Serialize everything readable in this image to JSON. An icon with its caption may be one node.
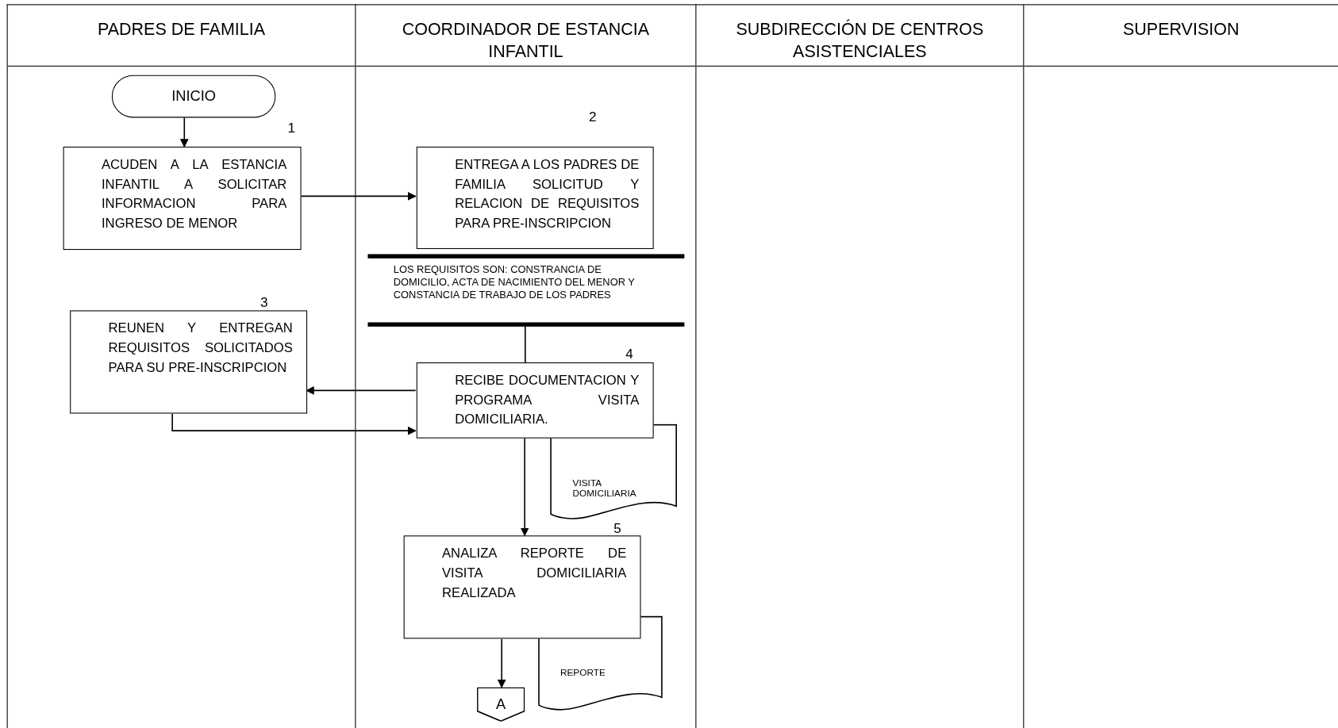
{
  "diagram": {
    "nodes": [
      {
        "text": [
          "PADRES DE FAMILIA"
        ]
      },
      {
        "text": [
          "COORDINADOR DE ESTANCIA INFANTIL"
        ]
      },
      {
        "text": [
          "SUBDIRECCIÓN DE CENTROS ASISTENCIALES"
        ]
      },
      {
        "text": [
          "SUPERVISION"
        ]
      },
      {
        "text": [
          "INICIO"
        ],
        "in": 0
      },
      {
        "text": [
          "ACUDEN A LA ESTANCIA INFANTIL A SOLICITAR INFORMACION PARA INGRESO DE MENOR"
        ],
        "beside": [
          "1"
        ],
        "in": 0
      },
      {
        "text": [
          "ENTREGA A LOS PADRES DE FAMILIA SOLICITUD Y RELACION DE REQUISITOS PARA PRE-INSCRIPCION"
        ],
        "beside": [
          "2"
        ],
        "in": 1
      },
      {
        "text": [
          "LOS REQUISITOS SON: CONSTRANCIA DE DOMICILIO, ACTA DE NACIMIENTO DEL MENOR Y CONSTANCIA DE TRABAJO DE LOS PADRES"
        ],
        "in": 1
      },
      {
        "text": [
          "REUNEN Y ENTREGAN REQUISITOS SOLICITADOS PARA SU PRE-INSCRIPCION"
        ],
        "beside": [
          "3"
        ],
        "in": 0
      },
      {
        "text": [
          "RECIBE DOCUMENTACION Y PROGRAMA VISITA DOMICILIARIA."
        ],
        "beside": [
          "4"
        ],
        "in": 1
      },
      {
        "text": [
          "VISITA DOMICILIARIA"
        ],
        "in": 1
      },
      {
        "text": [
          "ANALIZA REPORTE DE VISITA DOMICILIARIA REALIZADA"
        ],
        "beside": [
          "5"
        ],
        "in": 1
      },
      {
        "text": [
          "REPORTE"
        ],
        "in": 1
      },
      {
        "text": [
          "A"
        ],
        "in": 1
      }
    ],
    "edges": [
      {
        "from": 4,
        "to": 5,
        "arrow": "to"
      },
      {
        "from": 5,
        "to": 6,
        "arrow": "to"
      },
      {
        "from": 7,
        "to": 9,
        "arrow": "none"
      },
      {
        "from": 9,
        "to": 8,
        "arrow": "to"
      },
      {
        "from": 8,
        "to": 9,
        "arrow": "to"
      },
      {
        "from": 9,
        "to": 11,
        "arrow": "to"
      },
      {
        "from": 11,
        "to": 13,
        "arrow": "to"
      }
    ]
  }
}
